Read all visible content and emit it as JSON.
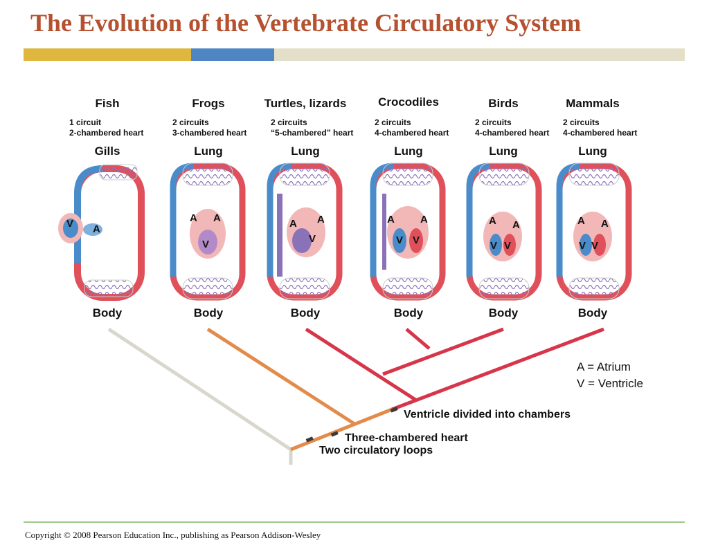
{
  "title": "The Evolution of the Vertebrate Circulatory System",
  "colors": {
    "title": "#b5512f",
    "bar_gold": "#dfb63e",
    "bar_blue": "#4f85c3",
    "bar_beige": "#e4dfc9",
    "oxygen_poor": "#4a8cc9",
    "oxygen_rich": "#e0505a",
    "mixed": "#8a72b8",
    "tree_gray": "#d9d6ce",
    "tree_orange": "#e28b4b",
    "tree_red": "#d7354a"
  },
  "groups": [
    {
      "name": "Fish",
      "line1": "1 circuit",
      "line2": "2-chambered heart",
      "top": "Gills",
      "bottom": "Body",
      "chambers": [
        "V",
        "A"
      ]
    },
    {
      "name": "Frogs",
      "line1": "2 circuits",
      "line2": "3-chambered heart",
      "top": "Lung",
      "bottom": "Body",
      "chambers": [
        "A",
        "A",
        "V"
      ]
    },
    {
      "name": "Turtles, lizards",
      "line1": "2 circuits",
      "line2": "“5-chambered” heart",
      "top": "Lung",
      "bottom": "Body",
      "chambers": [
        "A",
        "A",
        "V"
      ]
    },
    {
      "name": "Crocodiles",
      "line1": "2 circuits",
      "line2": "4-chambered heart",
      "top": "Lung",
      "bottom": "Body",
      "chambers": [
        "A",
        "A",
        "V",
        "V"
      ]
    },
    {
      "name": "Birds",
      "line1": "2 circuits",
      "line2": "4-chambered heart",
      "top": "Lung",
      "bottom": "Body",
      "chambers": [
        "A",
        "A",
        "V",
        "V"
      ]
    },
    {
      "name": "Mammals",
      "line1": "2 circuits",
      "line2": "4-chambered heart",
      "top": "Lung",
      "bottom": "Body",
      "chambers": [
        "A",
        "A",
        "V",
        "V"
      ]
    }
  ],
  "tree": {
    "notes": [
      "Ventricle divided into chambers",
      "Three-chambered heart",
      "Two circulatory loops"
    ]
  },
  "legend": {
    "atrium": "A = Atrium",
    "ventricle": "V = Ventricle"
  },
  "footer": "Copyright © 2008 Pearson Education Inc., publishing as Pearson Addison-Wesley"
}
